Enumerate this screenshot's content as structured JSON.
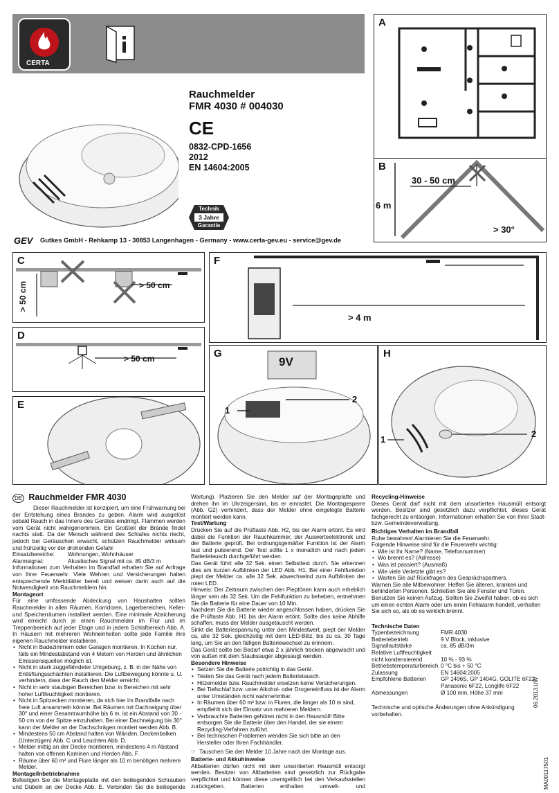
{
  "header": {
    "logo_text": "CERTA",
    "title_line1": "Rauchmelder",
    "title_line2": "FMR 4030 # 004030",
    "ce_mark": "CE",
    "cert_number": "0832-CPD-1656",
    "year": "2012",
    "norm": "EN 14604:2005",
    "badge": {
      "line1": "Technik",
      "line2": "3 Jahre",
      "line3": "Garantie"
    },
    "company_logo": "GEV",
    "company_line": "Gutkes GmbH - Rehkamp 13 - 30853 Langenhagen - Germany - www.certa-gev.eu - service@gev.de"
  },
  "panels": {
    "a": {
      "letter": "A"
    },
    "b": {
      "letter": "B",
      "dist": "30 - 50 cm",
      "height": "6 m",
      "angle": "> 30°"
    },
    "c": {
      "letter": "C",
      "dist_v": "> 50 cm",
      "dist_h": "> 50 cm"
    },
    "d": {
      "letter": "D",
      "dist": "> 50 cm"
    },
    "e": {
      "letter": "E"
    },
    "f": {
      "letter": "F",
      "dist": "> 4 m"
    },
    "g": {
      "letter": "G",
      "battery": "9V",
      "num1": "1",
      "num2": "2"
    },
    "h": {
      "letter": "H",
      "num1": "1",
      "num2": "2"
    }
  },
  "col1": {
    "lang": "DE",
    "title": "Rauchmelder FMR 4030",
    "intro": "Dieser Rauchmelder ist konzipiert, um eine Frühwarnung bei der Entstehung eines Brandes zu geben. Alarm wird ausgelöst sobald Rauch in das Innere des Gerätes eindringt. Flammen werden vom Gerät nicht wahrgenommen. Ein Großteil der Brände findet nachts statt. Da der Mensch während des Schlafes nichts riecht, jedoch bei Geräuschen erwacht, schützen Rauchmelder wirksam und frühzeitig vor der drohenden Gefahr.",
    "einsatz_label": "Einsatzbereiche:",
    "einsatz_value": "Wohnungen, Wohnhäuser",
    "alarm_label": "Alarmsignal:",
    "alarm_value": "Akustisches Signal mit ca. 85 dB/3 m",
    "info": "Informationen zum Verhalten im Brandfall erhalten Sie auf Anfrage von Ihrer Feuerwehr. Viele Wehren und Versicherungen halten entsprechende Merkblätter bereit und weisen darin auch auf die Notwendigkeit von Rauchmeldern hin.",
    "montageort_title": "Montageort",
    "montageort_text": "Für eine umfassende Abdeckung von Haushalten sollten Rauchmelder in allen Räumen, Korridoren, Lagerbereichen, Keller- und Speicherräumen installiert werden. Eine minimale Absicherung wird erreicht durch je einen Rauchmelder im Flur und im Treppenbereich auf jeder Etage und in jedem Schlafbereich Abb. A. In Häusern mit mehreren Wohneinheiten sollte jede Familie ihre eigenen Rauchmelder installieren.",
    "bullets": [
      "Nicht in Badezimmern oder Garagen montieren. In Küchen nur, falls ein Mindestabstand von 4 Metern von Herden und ähnlichen Emissionsquellen möglich ist.",
      "Nicht in stark zuggefährdeter Umgebung, z. B. in der Nähe von Entlüftungsschächten installieren. Die Luftbewegung könnte u. U. verhindern, dass der Rauch den Melder erreicht.",
      "Nicht in sehr staubigen Bereichen bzw. in Bereichen mit sehr hoher Luftfeuchtigkeit montieren.",
      "Nicht in Spitzecken montieren, da sich hier im Brandfalle nach freie Luft ansammeln könnte. Bei Räumen mit Dachneigung über 30° und einer Gesamtraumhöhe bis 6 m, ist ein Abstand von 30 - 50 cm von der Spitze einzuhalten. Bei einer Dachneigung bis 30° kann der Melder an der Dachschrägen montiert werden Abb. B.",
      "Mindestens 50 cm Abstand halten von Wänden, Deckenbalken (Unterzügen) Abb. C und Leuchten Abb. D.",
      "Melder mittig an der Decke montieren, mindestens 4 m Abstand halten von offenen Kaminen und Herden Abb. F.",
      "Räume über 60 m² und Flure länger als 10 m benötigen mehrere Melder."
    ],
    "montage_title": "Montage/Inbetriebnahme",
    "montage_text": "Befestigen Sie die Montageplatte mit den beiliegenden Schrauben und Dübeln an der Decke Abb. E. Verbinden Sie die beiliegende Batterie mit dem Anschluss-Clip Abb. G1. Ist die Batterie richtig angeschlossen, blinkt die LED in der Prüftaste (Abb. H1) ca. alle 32 Sek. kurz auf. Führen Sie einen Funktionstest durch (siehe Test/"
  },
  "col2": {
    "p1": "Wartung). Plazieren Sie den Melder auf der Montageplatte und drehen ihn im Uhrzeigersinn, bis er einrastet. Die Montagesperre (Abb. G2) verhindert, dass der Melder ohne eingelegte Batterie montiert werden kann.",
    "test_title": "Test/Wartung",
    "test_text": "Drücken Sie auf die Prüftaste Abb. H2, bis der Alarm ertönt. Es wird dabei die Funktion der Rauchkammer, der Auswerteelektronik und der Batterie geprüft. Bei ordnungsgemäßer Funktion ist der Alarm laut und pulsierend. Der Test sollte 1 x monatlich und nach jedem Batterietausch durchgeführt werden.",
    "p2": "Das Gerät führt alle 32 Sek. einen Selbsttest durch. Sie erkennen dies am kurzen Aufblinken der LED Abb. H1. Bei einer Fehlfunktion piept der Melder ca. alle 32 Sek. abwechselnd zum Aufblinken der roten LED.",
    "hinweis": "Hinweis: Der Zeitraum zwischen den Pieptönen kann auch erheblich länger sein als 32 Sek. Um die Fehlfunktion zu beheben, entnehmen Sie die Batterie für eine Dauer von 10 Min.",
    "p3": "Nachdem Sie die Batterie wieder angeschlossen haben, drücken Sie die Prüftaste Abb. H1 bis der Alarm ertönt. Sollte dies keine Abhilfe schaffen, muss der Melder ausgetauscht werden.",
    "p4": "Sinkt die Batteriespannung unter den Mindestwert, piept der Melder ca. alle 32 Sek. gleichzeitig mit dem LED-Blitz, bis zu ca. 30 Tage lang, um Sie an den fälligen Batteriewechsel zu erinnern.",
    "p5": "Das Gerät sollte bei Bedarf etwa 2 x jährlich trocken abgewischt und von außen mit dem Staubsauger abgesaugt werden.",
    "besondere_title": "Besondere Hinweise",
    "bullets": [
      "Setzen Sie die Batterie polrichtig in das Gerät.",
      "Testen Sie das Gerät nach jedem Batterietausch.",
      "Hitzemelder bzw. Rauchmelder ersetzen keine Versicherungen.",
      "Bei Tiefschlaf bzw. unter Alkohol- oder Drogeneinfluss ist der Alarm unter Umständen nicht wahrnehmbar.",
      "In Räumen über 60 m² bzw. in Fluren, die länger als 10 m sind, empfiehlt sich der Einsatz von mehreren Meldern.",
      "Verbrauchte Batterien gehören nicht in den Hausmüll! Bitte entsorgen Sie die Batterie über den Handel, der sie einem Recycling-Verfahren zuführt.",
      "Bei technischen Problemen wenden Sie sich bitte an den Hersteller oder Ihren Fachhändler."
    ],
    "tausch": "Tauschen Sie den Melder 10 Jahre nach der Montage aus.",
    "akku_title": "Batterie- und Akkuhinweise",
    "akku_text": "Altbatterien dürfen nicht mit dem unsortierten Hausmüll entsorgt werden. Besitzer von Altbatterien sind gesetzlich zur Rückgabe verpflichtet und können diese unentgeltlich bei den Verkaufsstellen zurückgeben. Batterien enthalten umwelt- und gesundheitsschädliche Stoffe und müssen daher fachgerecht entsorgt werden."
  },
  "col3": {
    "recycling_title": "Recycling-Hinweise",
    "recycling_text": "Dieses Gerät darf nicht mit dem unsortierten Hausmüll entsorgt werden. Besitzer sind gesetzlich dazu verpflichtet, dieses Gerät fachgerecht zu entsorgen. Informationen erhalten Sie von Ihrer Stadt- bzw. Gemeindeverwaltung.",
    "brand_title": "Richtiges Verhalten im Brandfall",
    "brand_l1": "Ruhe bewahren! Alarmieren Sie die Feuerwehr.",
    "brand_l2": "Folgende Hinweise sind für die Feuerwehr wichtig:",
    "bullets": [
      "Wie ist Ihr Name? (Name, Telefonnummer)",
      "Wo brennt es? (Adresse)",
      "Was ist passiert? (Ausmaß)",
      "Wie viele Verletzte gibt es?",
      "Warten Sie auf Rückfragen des Gesprächspartners."
    ],
    "after": "Warnen Sie alle Mitbewohner. Helfen Sie älteren, kranken und behinderten Personen. Schließen Sie alle Fenster und Türen. Benutzen Sie keinen Aufzug. Sollten Sie Zweifel haben, ob es sich um einen echten Alarm oder um einen Fehlalarm handelt, verhalten Sie sich so, als ob es wirklich brennt.",
    "tech_title": "Technische Daten",
    "specs": [
      {
        "k": "Typenbezeichnung",
        "v": "FMR 4030"
      },
      {
        "k": "Batteriebetrieb",
        "v": "9 V Block, inklusive"
      },
      {
        "k": "Signallautstärke",
        "v": "ca. 85 dB/3m"
      },
      {
        "k": "Relative Luftfeuchtigkeit",
        "v": ""
      },
      {
        "k": "nicht kondensierend",
        "v": "10 % - 93 %"
      },
      {
        "k": "Betriebstemperaturbereich",
        "v": "0 °C bis + 50 °C"
      },
      {
        "k": "Zulassung",
        "v": "EN 14604:2005"
      },
      {
        "k": "Empfohlene Batterien",
        "v": "GP 1406S, GP 1404G, GOLITE 6F22"
      },
      {
        "k": "",
        "v": "Panasonic 6F22, Longlife 6F22"
      },
      {
        "k": "Abmessungen",
        "v": "Ø 100 mm, Höhe 37 mm"
      }
    ],
    "footer_note": "Technische und optische Änderungen ohne Ankündigung vorbehalten."
  },
  "side_codes": {
    "date_code": "06.2013.UW",
    "doc_code": "MA00117501"
  },
  "colors": {
    "header_bar": "#8c8c8c",
    "dark_tile": "#2a2a2a",
    "accent_red": "#c0141c"
  }
}
